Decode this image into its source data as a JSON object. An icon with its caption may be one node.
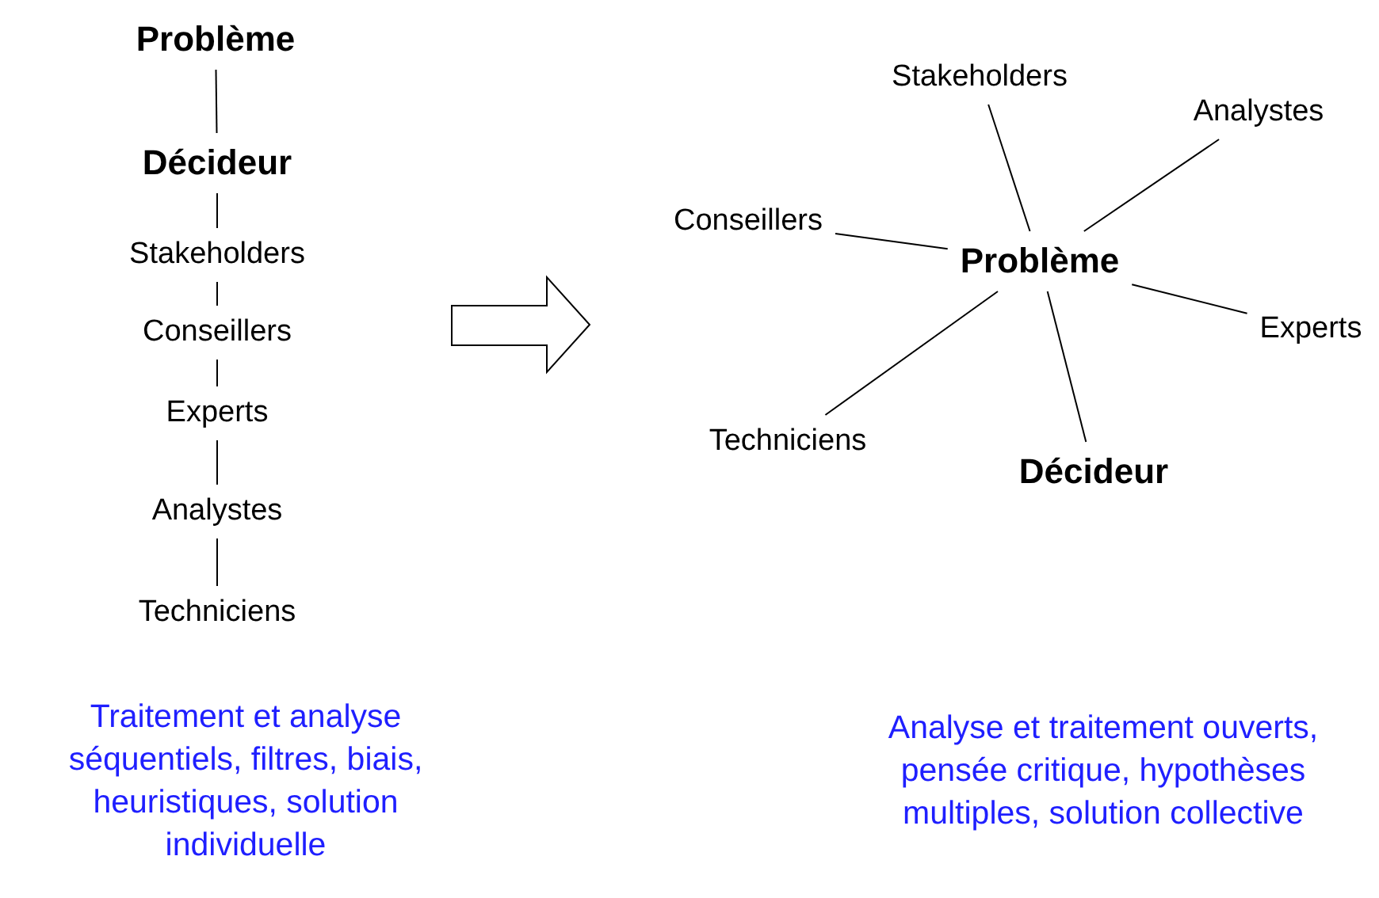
{
  "diagram": {
    "nodes": [
      {
        "text": [
          "Problème"
        ]
      },
      {
        "text": [
          "Décideur"
        ]
      },
      {
        "text": [
          "Stakeholders"
        ]
      },
      {
        "text": [
          "Conseillers"
        ]
      },
      {
        "text": [
          "Experts"
        ]
      },
      {
        "text": [
          "Analystes"
        ]
      },
      {
        "text": [
          "Techniciens"
        ]
      },
      {
        "text": [
          "Stakeholders"
        ]
      },
      {
        "text": [
          "Analystes"
        ]
      },
      {
        "text": [
          "Conseillers"
        ]
      },
      {
        "text": [
          "Problème"
        ]
      },
      {
        "text": [
          "Experts"
        ]
      },
      {
        "text": [
          "Techniciens"
        ]
      },
      {
        "text": [
          "Décideur"
        ]
      }
    ],
    "edges": [
      {
        "from": 0,
        "to": 1,
        "arrow": "none"
      },
      {
        "from": 1,
        "to": 2,
        "arrow": "none"
      },
      {
        "from": 2,
        "to": 3,
        "arrow": "none"
      },
      {
        "from": 3,
        "to": 4,
        "arrow": "none"
      },
      {
        "from": 4,
        "to": 5,
        "arrow": "none"
      },
      {
        "from": 5,
        "to": 6,
        "arrow": "none"
      },
      {
        "from": 10,
        "to": 7,
        "arrow": "none"
      },
      {
        "from": 10,
        "to": 8,
        "arrow": "none"
      },
      {
        "from": 10,
        "to": 9,
        "arrow": "none"
      },
      {
        "from": 10,
        "to": 11,
        "arrow": "none"
      },
      {
        "from": 10,
        "to": 12,
        "arrow": "none"
      },
      {
        "from": 10,
        "to": 13,
        "arrow": "none"
      }
    ],
    "labels": [
      "Traitement et analyse séquentiels, filtres, biais, heuristiques, solution individuelle",
      "Analyse et traitement ouverts, pensée critique, hypothèses multiples, solution collective"
    ]
  }
}
